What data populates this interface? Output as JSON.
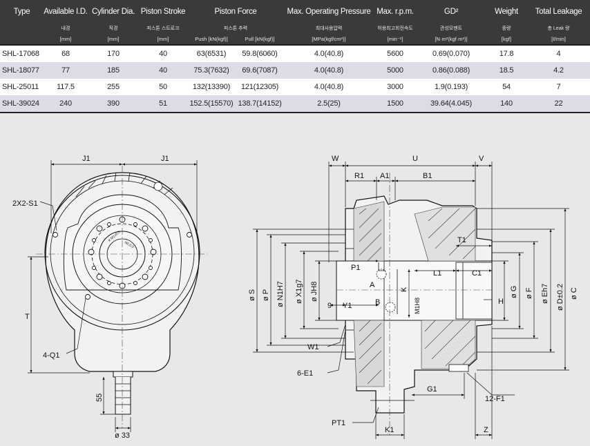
{
  "table": {
    "headers": {
      "type": "Type",
      "id": "Available I.D.",
      "cyl": "Cylinder Dia.",
      "stroke": "Piston Stroke",
      "force": "Piston Force",
      "pressure": "Max. Operating Pressure",
      "rpm": "Max. r.p.m.",
      "gd": "GD²",
      "weight": "Weight",
      "leak": "Total Leakage"
    },
    "korean": {
      "id": "내경",
      "cyl": "직경",
      "stroke": "피스톤 스트로크",
      "force": "피스톤 추력",
      "pressure": "최대사용압력",
      "rpm": "허용최고회전속도",
      "gd": "관성모멘트",
      "weight": "중량",
      "leak": "총 Leak 량"
    },
    "units": {
      "id": "[mm]",
      "cyl": "[mm]",
      "stroke": "[mm]",
      "push": "Push [kN(kgf)]",
      "pull": "Pull [kN(kgf)]",
      "pressure": "[MPa(kgf/cm²)]",
      "rpm": "[min⁻¹]",
      "gd": "[N·m²(kgf·m²)]",
      "weight": "[kgf]",
      "leak": "[ℓ/min]"
    },
    "rows": [
      {
        "type": "SHL-17068",
        "id": "68",
        "cyl": "170",
        "stroke": "40",
        "push": "63(6531)",
        "pull": "59.8(6060)",
        "pressure": "4.0(40.8)",
        "rpm": "5600",
        "gd": "0.69(0.070)",
        "weight": "17.8",
        "leak": "4"
      },
      {
        "type": "SHL-18077",
        "id": "77",
        "cyl": "185",
        "stroke": "40",
        "push": "75.3(7632)",
        "pull": "69.6(7087)",
        "pressure": "4.0(40.8)",
        "rpm": "5000",
        "gd": "0.86(0.088)",
        "weight": "18.5",
        "leak": "4.2"
      },
      {
        "type": "SHL-25011",
        "id": "117.5",
        "cyl": "255",
        "stroke": "50",
        "push": "132(13390)",
        "pull": "121(12305)",
        "pressure": "4.0(40.8)",
        "rpm": "3000",
        "gd": "1.9(0.193)",
        "weight": "54",
        "leak": "7"
      },
      {
        "type": "SHL-39024",
        "id": "240",
        "cyl": "390",
        "stroke": "51",
        "push": "152.5(15570)",
        "pull": "138.7(14152)",
        "pressure": "2.5(25)",
        "rpm": "1500",
        "gd": "39.64(4.045)",
        "weight": "140",
        "leak": "22"
      }
    ]
  },
  "front_view": {
    "j1_left": "J1",
    "j1_right": "J1",
    "s1": "2X2-S1",
    "t": "T",
    "q1": "4-Q1",
    "d55": "55",
    "d33": "ø 33",
    "bolt_circle_1": "ø M1±0.5",
    "bolt_circle_2": "N0.0.5"
  },
  "side_view": {
    "w": "W",
    "u": "U",
    "v": "V",
    "r1": "R1",
    "a1": "A1",
    "b1": "B1",
    "t1": "T1",
    "p1": "P1",
    "l1": "L1",
    "c1": "C1",
    "a": "A",
    "b": "B",
    "k": "K",
    "m1h8": "M1H8",
    "h": "H",
    "s": "ø S",
    "p": "ø P",
    "n1h7": "ø N1H7",
    "x1g7": "ø X1g7",
    "jh8": "ø JH8",
    "nine": "9",
    "y1": "Y1",
    "w1": "W1",
    "e1": "6-E1",
    "g": "ø G",
    "f": "ø F",
    "eh7": "ø Eh7",
    "d": "ø D±0.2",
    "c": "ø C",
    "g1": "G1",
    "f1": "12-F1",
    "pt1": "PT1",
    "k1": "K1",
    "z": "Z"
  }
}
